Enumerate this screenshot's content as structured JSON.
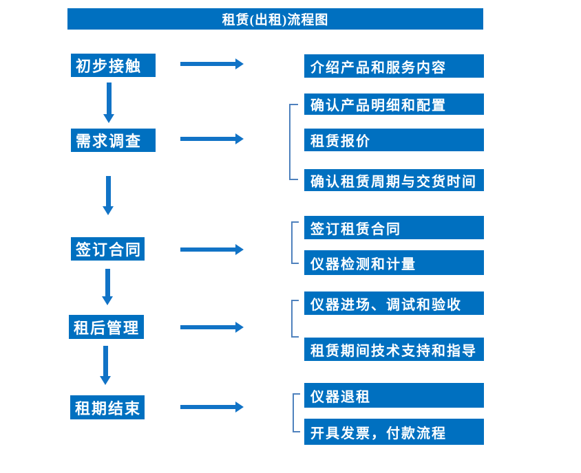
{
  "header": {
    "title": "租赁(出租)流程图"
  },
  "colors": {
    "box_fill": "#0070C0",
    "arrow": "#1173C6",
    "bracket": "#4E81BD",
    "text": "#FFFFFF",
    "background": "#FFFFFF"
  },
  "flow": {
    "steps": [
      {
        "label": "初步接触"
      },
      {
        "label": "需求调查"
      },
      {
        "label": "签订合同"
      },
      {
        "label": "租后管理"
      },
      {
        "label": "租期结束"
      }
    ],
    "groups": [
      {
        "items": [
          {
            "label": "介绍产品和服务内容"
          }
        ]
      },
      {
        "items": [
          {
            "label": "确认产品明细和配置"
          },
          {
            "label": "租赁报价"
          },
          {
            "label": "确认租赁周期与交货时间"
          }
        ]
      },
      {
        "items": [
          {
            "label": "签订租赁合同"
          },
          {
            "label": "仪器检测和计量"
          }
        ]
      },
      {
        "items": [
          {
            "label": "仪器进场、调试和验收"
          },
          {
            "label": "租赁期间技术支持和指导"
          }
        ]
      },
      {
        "items": [
          {
            "label": "仪器退租"
          },
          {
            "label": "开具发票，付款流程"
          }
        ]
      }
    ]
  }
}
